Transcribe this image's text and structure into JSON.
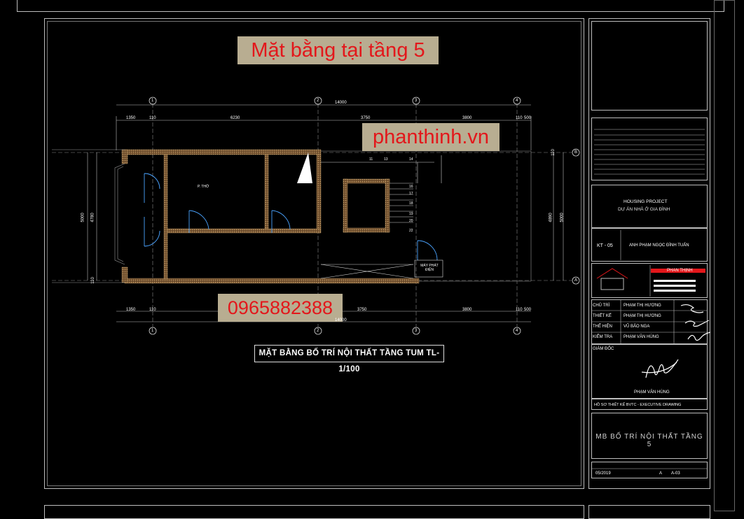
{
  "overlays": {
    "title": "Mặt bằng tại tầng 5",
    "website": "phanthinh.vn",
    "phone": "0965882388"
  },
  "drawing": {
    "caption": "MẶT BẰNG BỐ TRÍ NỘI THẤT TẦNG TUM TL- 1/100",
    "grid_top": [
      "1",
      "2",
      "3",
      "4"
    ],
    "grid_side": [
      "B",
      "A"
    ],
    "dims_top": [
      "1350",
      "110",
      "6230",
      "3750",
      "3800",
      "110",
      "500"
    ],
    "dims_top_total": "14000",
    "dims_bottom": [
      "1350",
      "110",
      "3750",
      "3800",
      "110",
      "500"
    ],
    "dims_bottom_total": "14000",
    "dims_left": [
      "5000",
      "4780",
      "110"
    ],
    "dims_right": [
      "110",
      "4890",
      "5000"
    ],
    "room_label": "P. THỜ",
    "room_label_2": "MÁY PHÁT ĐIỆN",
    "stair_numbers": [
      "11",
      "13",
      "14",
      "16",
      "17",
      "18",
      "19",
      "20",
      "22"
    ]
  },
  "title_block": {
    "project_en": "HOUSING PROJECT",
    "project_vn": "DỰ ÁN NHÀ Ở GIA ĐÌNH",
    "sheet_code": "KT - 05",
    "owner": "ANH PHẠM NGỌC ĐÌNH TUẤN",
    "company": "PHAN THỊNH",
    "rows": [
      {
        "role": "CHỦ TRÌ",
        "name": "PHẠM THỊ HƯƠNG"
      },
      {
        "role": "THIẾT KẾ",
        "name": "PHẠM THỊ HƯƠNG"
      },
      {
        "role": "THỂ HIỆN",
        "name": "VŨ BẢO NGA"
      },
      {
        "role": "KIỂM TRA",
        "name": "PHẠM VĂN HÙNG"
      }
    ],
    "director_label": "GIÁM ĐỐC",
    "director_name": "PHẠM VĂN HÙNG",
    "stage": "HỒ SƠ THIẾT KẾ BVTC - EXECUTIVE DRAWING",
    "sheet_title": "MB BỐ TRÍ NỘI THẤT TẦNG 5",
    "bottom_date": "05/2019",
    "bottom_scale": "A",
    "bottom_size": "A-03"
  }
}
